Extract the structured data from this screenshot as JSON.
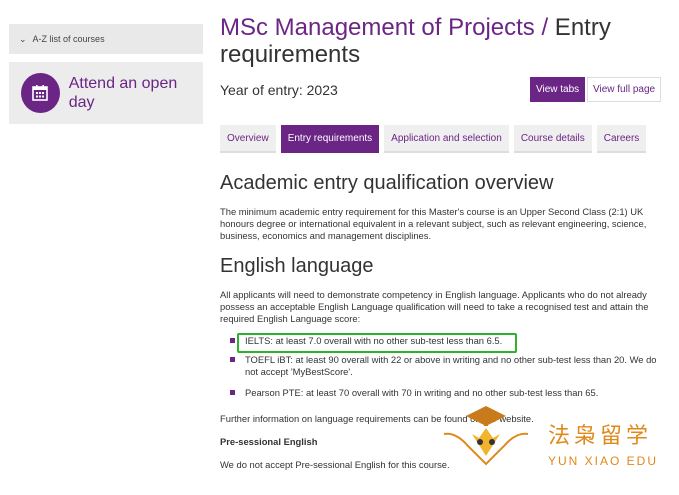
{
  "sidebar": {
    "az_label": "A-Z list of courses",
    "open_day_label": "Attend an open day"
  },
  "header": {
    "programme": "MSc Management of Projects /",
    "title_suffix": " Entry requirements",
    "year_of_entry": "Year of entry: 2023",
    "view_tabs": "View tabs",
    "view_full_page": "View full page"
  },
  "tabs": [
    {
      "label": "Overview",
      "active": false
    },
    {
      "label": "Entry requirements",
      "active": true
    },
    {
      "label": "Application and selection",
      "active": false
    },
    {
      "label": "Course details",
      "active": false
    },
    {
      "label": "Careers",
      "active": false
    }
  ],
  "content": {
    "h_academic": "Academic entry qualification overview",
    "p_academic": "The minimum academic entry requirement for this Master's course is an Upper Second Class (2:1) UK honours degree or international equivalent in a relevant subject, such as relevant engineering, science, business, economics and management disciplines.",
    "h_english": "English language",
    "p_english": "All applicants will need to demonstrate competency in English language. Applicants who do not already possess an acceptable English Language qualification will need to take a recognised test and attain the required English Language score:",
    "bullets": [
      "IELTS: at least 7.0 overall with no other sub-test less than 6.5.",
      "TOEFL iBT: at least 90 overall with 22 or above in writing and no other sub-test less than 20. We do not accept 'MyBestScore'.",
      "Pearson PTE: at least 70 overall with 70 in writing and no other sub-test less than 65."
    ],
    "p_further": "Further information on language requirements can be found on our website.",
    "h_presessional": "Pre-sessional English",
    "p_presessional": "We do not accept Pre-sessional English for this course."
  },
  "watermark": {
    "cn": "法枭留学",
    "en": "YUN XIAO EDU"
  },
  "colors": {
    "brand_purple": "#6a2585",
    "highlight_green": "#2fb12f",
    "watermark_orange": "#e0891a"
  }
}
